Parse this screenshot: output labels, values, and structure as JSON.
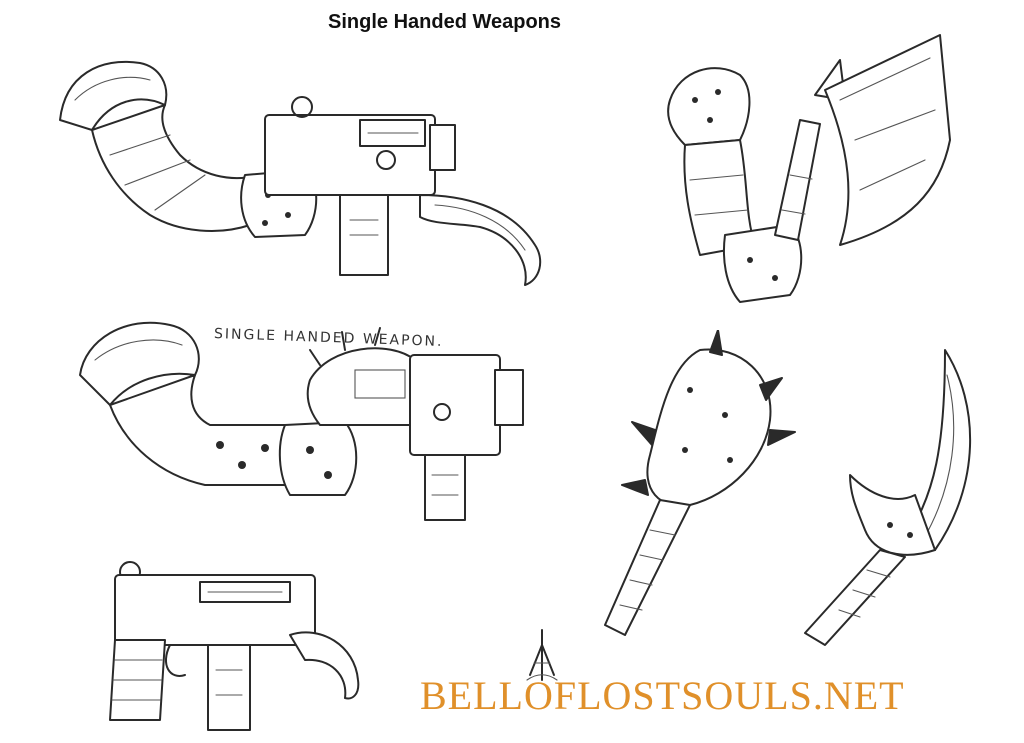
{
  "title": "Single Handed Weapons",
  "handwritten_note": "SINGLE HANDED WEAPON.",
  "watermark": {
    "text": "BELLOFLOSTSOULS.NET",
    "color": "#e0902a"
  },
  "colors": {
    "paper": "#ffffff",
    "ink": "#2a2a2a"
  }
}
